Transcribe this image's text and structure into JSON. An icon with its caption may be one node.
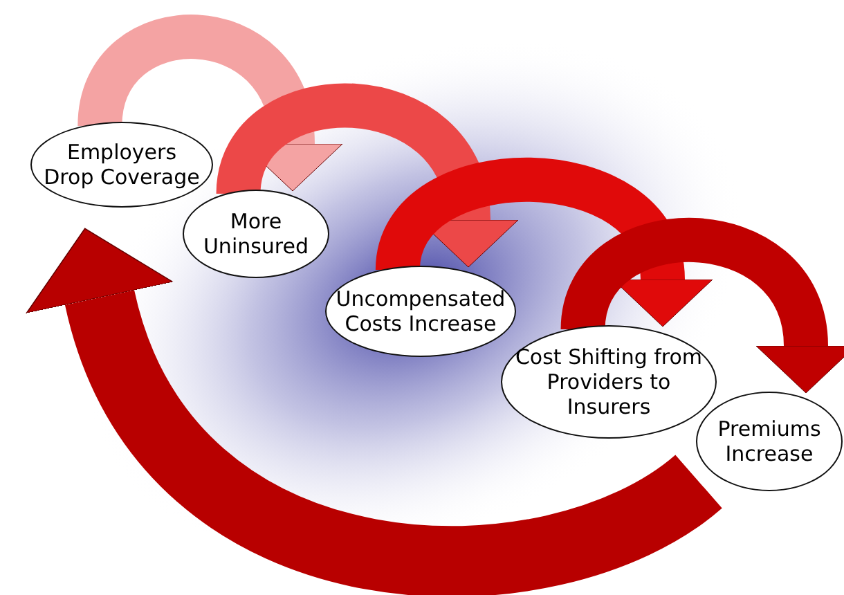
{
  "diagram": {
    "nodes": [
      {
        "text": [
          "Employers Drop Coverage"
        ]
      },
      {
        "text": [
          "More Uninsured"
        ]
      },
      {
        "text": [
          "Uncompensated Costs Increase"
        ]
      },
      {
        "text": [
          "Cost Shifting from Providers to Insurers"
        ]
      },
      {
        "text": [
          "Premiums Increase"
        ]
      }
    ],
    "edges": [
      {
        "from": 0,
        "to": 1,
        "arrow": "to",
        "color": "#f4a3a3"
      },
      {
        "from": 1,
        "to": 2,
        "arrow": "to",
        "color": "#ec4848"
      },
      {
        "from": 2,
        "to": 3,
        "arrow": "to",
        "color": "#e00a0a"
      },
      {
        "from": 3,
        "to": 4,
        "arrow": "to",
        "color": "#c00000"
      },
      {
        "from": 4,
        "to": 0,
        "arrow": "to",
        "color": "#b80000"
      }
    ]
  }
}
